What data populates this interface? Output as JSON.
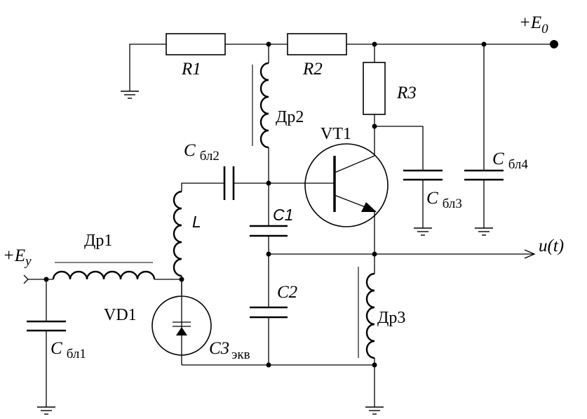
{
  "labels": {
    "e0": "+E",
    "e0_sub": "0",
    "ey": "+E",
    "ey_sub": "у",
    "r1": "R1",
    "r2": "R2",
    "r3": "R3",
    "dr1": "Др1",
    "dr2": "Др2",
    "dr3": "Др3",
    "vt1": "VT1",
    "vd1": "VD1",
    "l": "L",
    "c1": "C1",
    "c2": "C2",
    "c3": "C3",
    "c3_sub": "экв",
    "cbl1": "C",
    "cbl1_sub": "бл1",
    "cbl2": "C",
    "cbl2_sub": "бл2",
    "cbl3": "C",
    "cbl3_sub": "бл3",
    "cbl4": "C",
    "cbl4_sub": "бл4",
    "out": "u(t)"
  }
}
